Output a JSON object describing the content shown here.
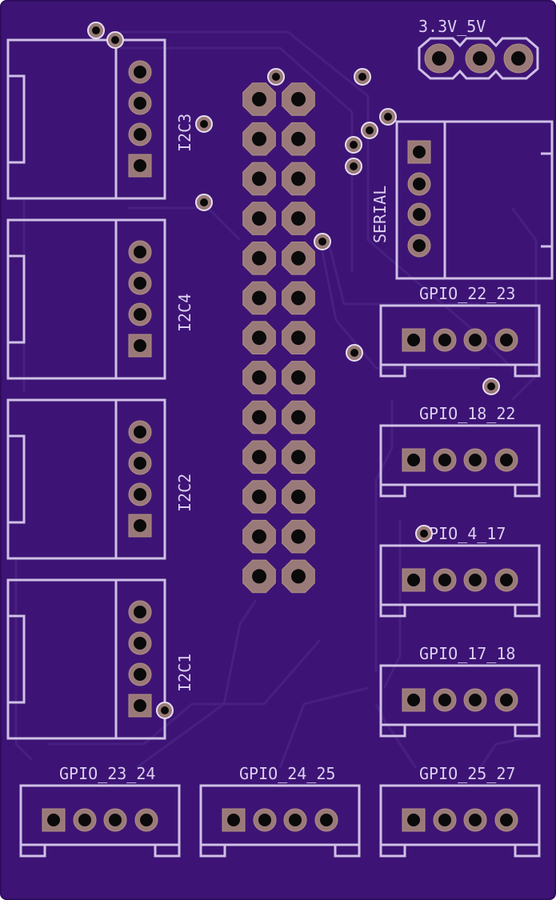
{
  "board": {
    "colors": {
      "substrate": "#3d1475",
      "substrate_edge": "#2f0d5e",
      "silkscreen": "#cfc0e6",
      "pad": "#9a7a78",
      "drill": "#0a0a0a",
      "trace": "#4b2486"
    }
  },
  "jumper": {
    "label": "3.3V_5V"
  },
  "i2c": [
    {
      "label": "I2C3"
    },
    {
      "label": "I2C4"
    },
    {
      "label": "I2C2"
    },
    {
      "label": "I2C1"
    }
  ],
  "serial": {
    "label": "SERIAL"
  },
  "gpio_right": [
    {
      "label": "GPIO_22_23"
    },
    {
      "label": "GPIO_18_22"
    },
    {
      "label": "GPIO_4_17"
    },
    {
      "label": "GPIO_17_18"
    }
  ],
  "gpio_bottom": [
    {
      "label": "GPIO_23_24"
    },
    {
      "label": "GPIO_24_25"
    },
    {
      "label": "GPIO_25_27"
    }
  ],
  "header": {
    "rows": 13,
    "cols": 2
  }
}
